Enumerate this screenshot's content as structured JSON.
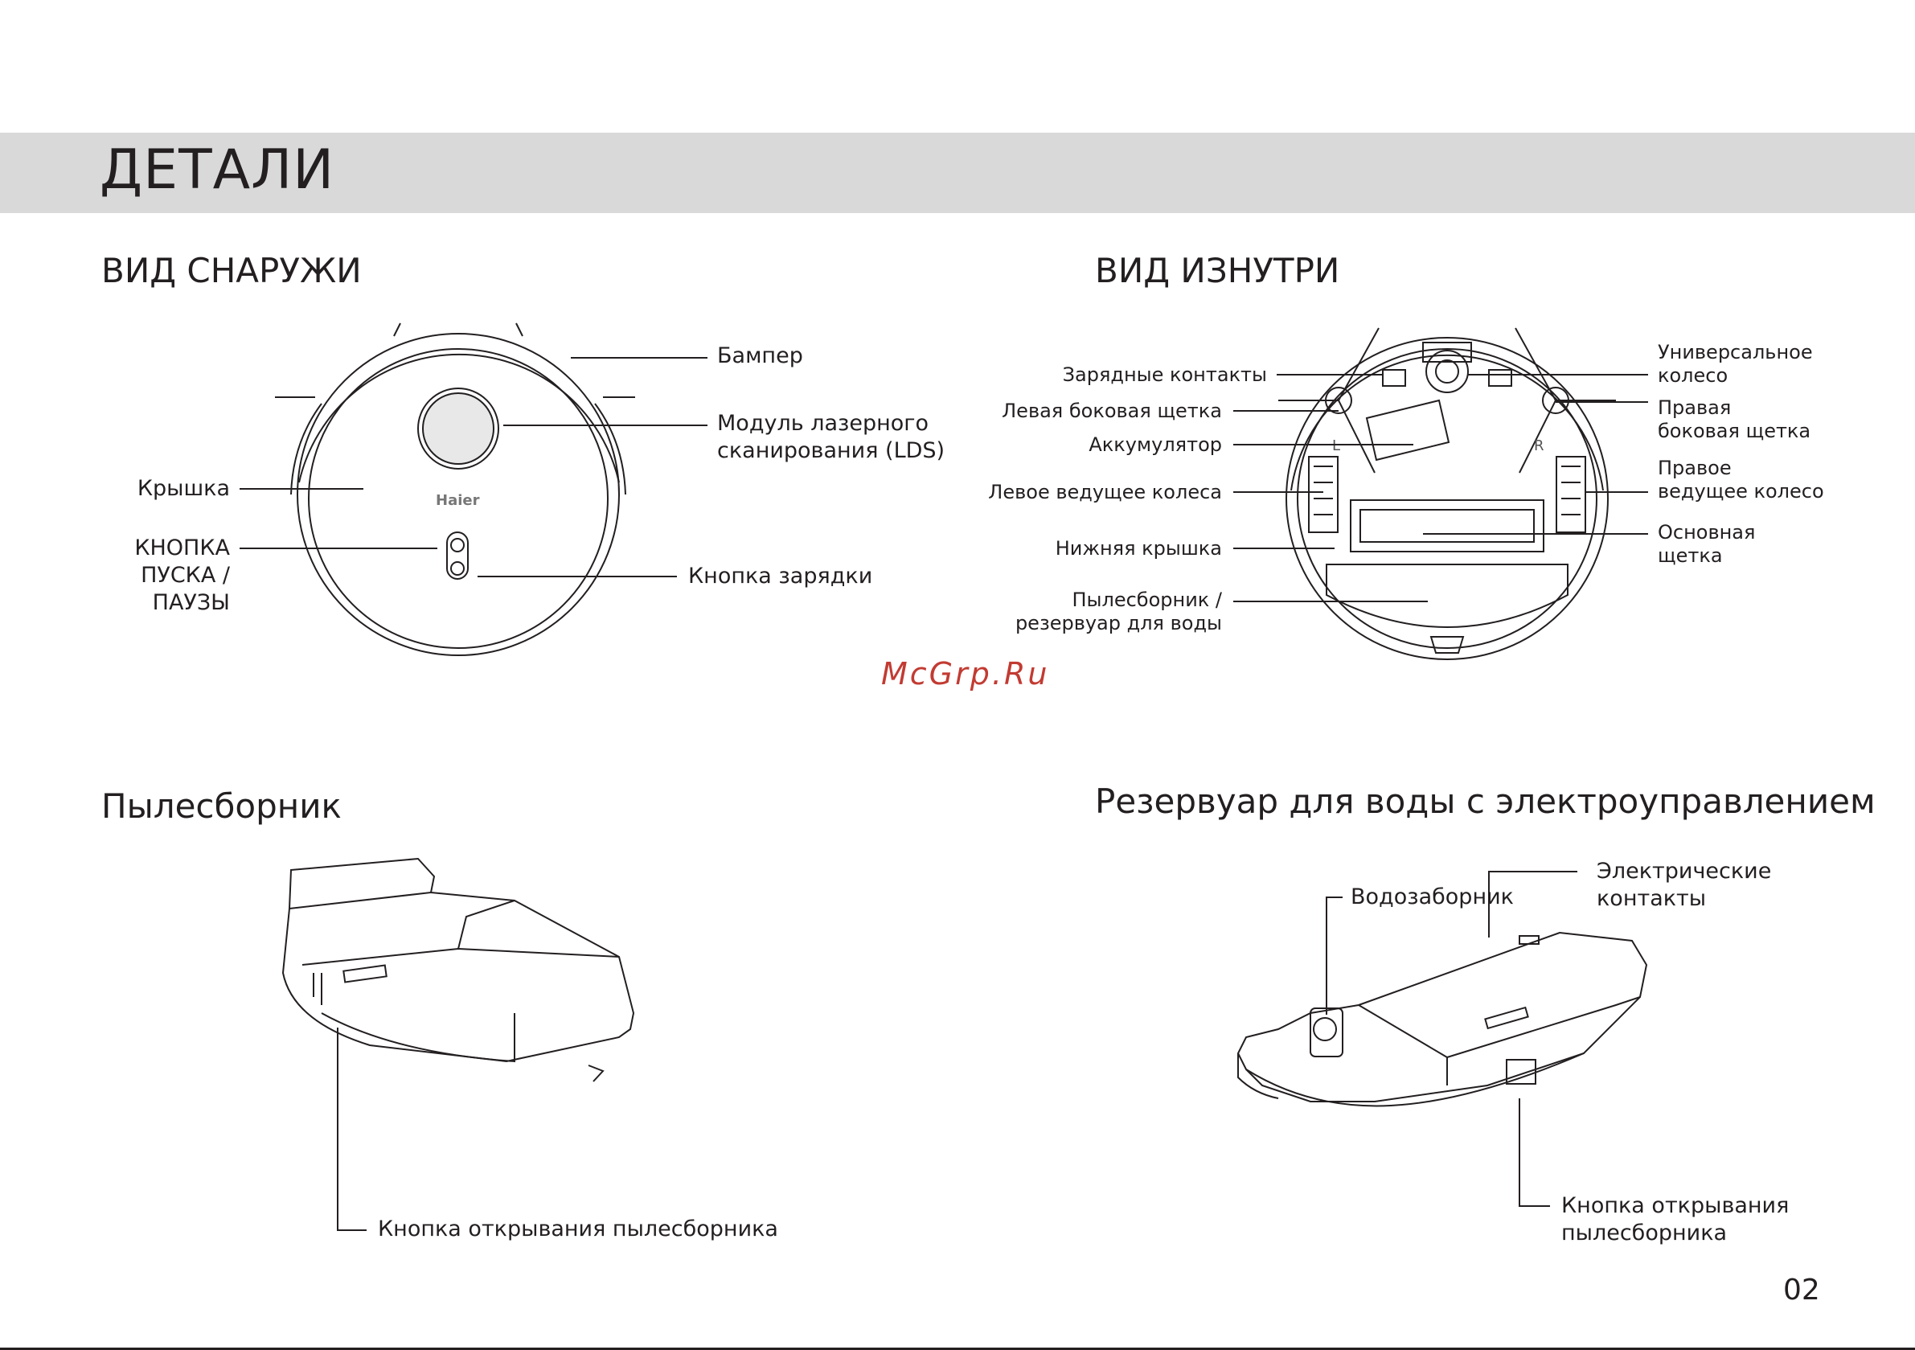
{
  "header": {
    "title": "ДЕТАЛИ"
  },
  "sections": {
    "outside": "ВИД СНАРУЖИ",
    "inside": "ВИД ИЗНУТРИ",
    "dustbin": "Пылесборник",
    "tank": "Резервуар для воды с электроуправлением"
  },
  "outside_labels": {
    "bumper": "Бампер",
    "lds_line1": "Модуль лазерного",
    "lds_line2": "сканирования (LDS)",
    "lid": "Крышка",
    "start_line1": "КНОПКА",
    "start_line2": "ПУСКА /",
    "start_line3": "ПАУЗЫ",
    "charge_button": "Кнопка зарядки",
    "brand": "Haier"
  },
  "inside_labels": {
    "charging_contacts": "Зарядные контакты",
    "left_side_brush": "Левая боковая щетка",
    "battery": "Аккумулятор",
    "left_drive_wheel": "Левое ведущее колеса",
    "bottom_cover": "Нижняя крышка",
    "bin_line1": "Пылесборник /",
    "bin_line2": "резервуар для воды",
    "universal_line1": "Универсальное",
    "universal_line2": "колесо",
    "right_brush_line1": "Правая",
    "right_brush_line2": "боковая щетка",
    "right_wheel_line1": "Правое",
    "right_wheel_line2": "ведущее колесо",
    "main_brush_line1": "Основная",
    "main_brush_line2": "щетка",
    "mark_left": "L",
    "mark_right": "R"
  },
  "dustbin_labels": {
    "open_button": "Кнопка открывания пылесборника"
  },
  "tank_labels": {
    "water_inlet": "Водозаборник",
    "contacts_line1": "Электрические",
    "contacts_line2": "контакты",
    "open_line1": "Кнопка открывания",
    "open_line2": "пылесборника"
  },
  "watermark": "McGrp.Ru",
  "page_number": "02",
  "colors": {
    "band": "#d9d9d9",
    "ink": "#231f20",
    "watermark": "#c23b32"
  }
}
